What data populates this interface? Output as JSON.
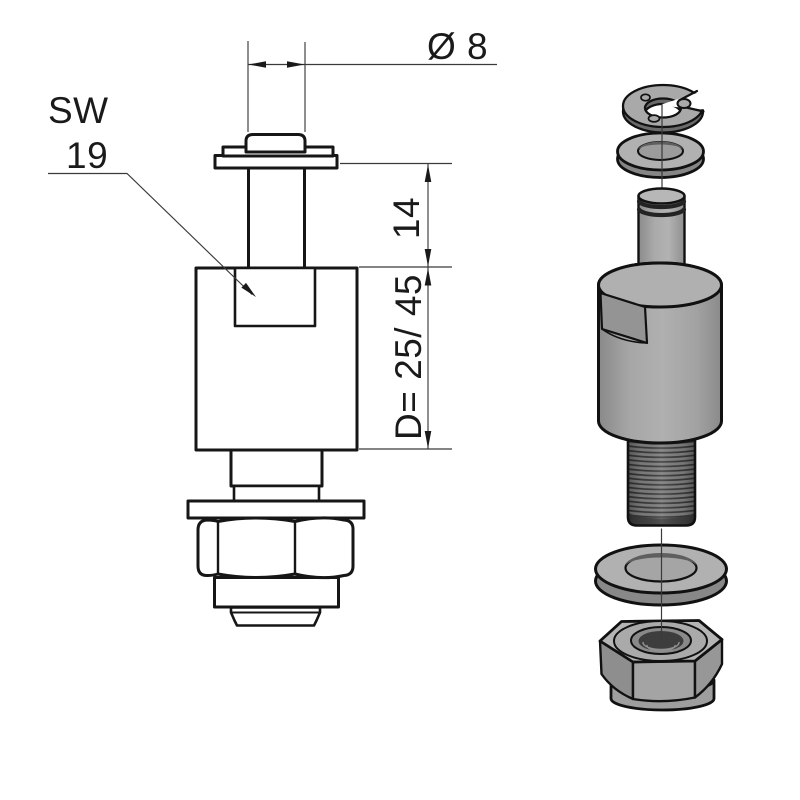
{
  "drawing": {
    "kind": "technical-drawing-with-exploded-view",
    "labels": {
      "wrench_size_line1": "SW",
      "wrench_size_line2": "19",
      "stud_diameter": "Ø 8",
      "stud_length": "14",
      "body_diameter": "D= 25/ 45"
    },
    "colors": {
      "outline": "#161616",
      "dimension_line": "#3a3a3a",
      "metal_top": "#b2b2b2",
      "metal_mid": "#a0a0a0",
      "metal_dark": "#6f6f6f",
      "thread_dark": "#3a3a3a",
      "background": "#ffffff"
    }
  }
}
